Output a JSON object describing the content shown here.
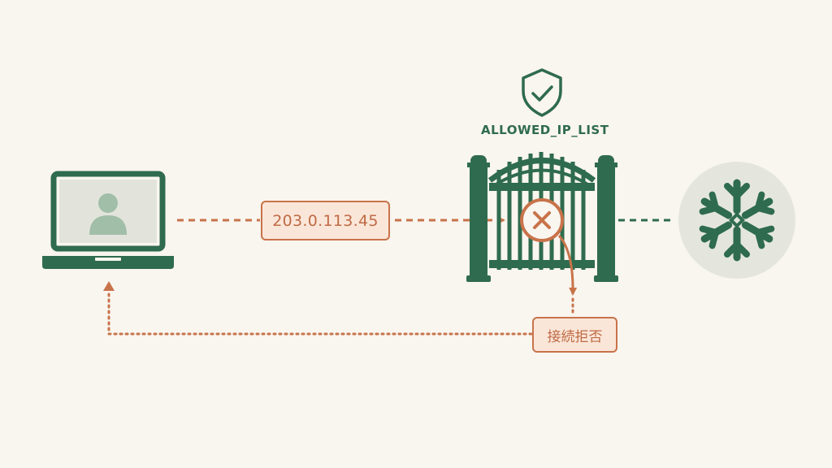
{
  "diagram": {
    "ip_address": "203.0.113.45",
    "allowlist_label": "ALLOWED_IP_LIST",
    "rejection_label": "接続拒否"
  },
  "nodes": {
    "client": {
      "icon": "laptop-user-icon"
    },
    "gate": {
      "icon": "gate-icon",
      "badge": "shield-check-icon",
      "status": "blocked-x-icon"
    },
    "destination": {
      "icon": "snowflake-icon"
    }
  },
  "colors": {
    "background": "#f9f5ef",
    "green": "#2f6b4e",
    "orange": "#c8734a",
    "label_fill": "#fae6d8",
    "circle_fill": "#e4e6de"
  }
}
